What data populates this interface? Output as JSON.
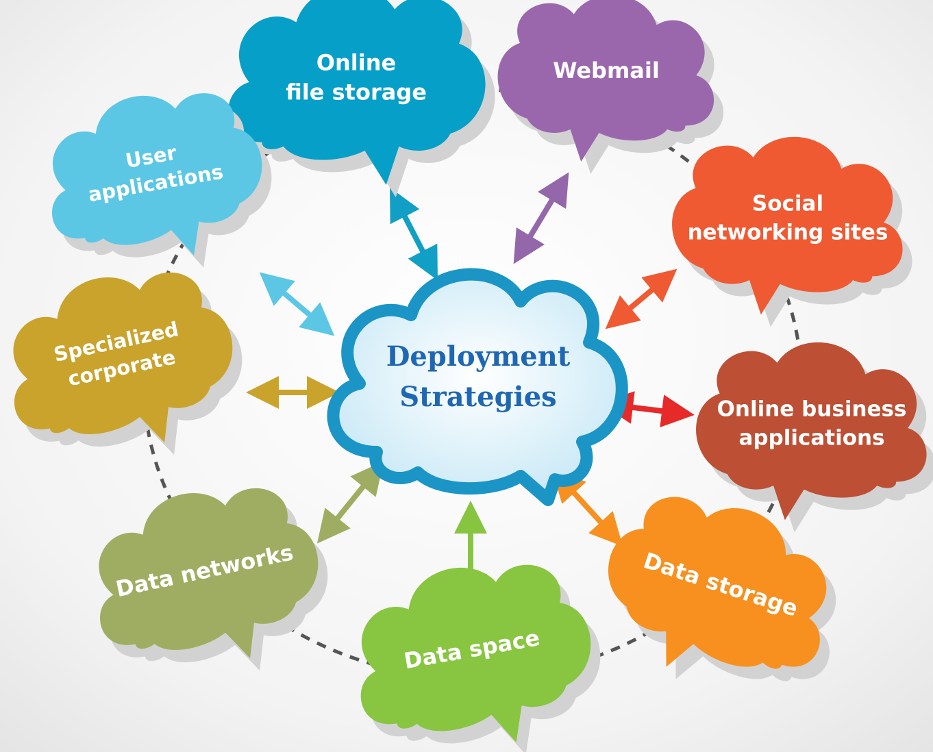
{
  "center": {
    "line1": "Deployment",
    "line2": "Strategies"
  },
  "clouds": [
    {
      "id": "online-file-storage",
      "lines": [
        "Online",
        "file storage"
      ],
      "color": "#069fc8"
    },
    {
      "id": "webmail",
      "lines": [
        "Webmail"
      ],
      "color": "#9a67ad"
    },
    {
      "id": "social-networking-sites",
      "lines": [
        "Social",
        "networking sites"
      ],
      "color": "#ef5a32"
    },
    {
      "id": "online-business-applications",
      "lines": [
        "Online business",
        "applications"
      ],
      "color": "#bd4f34"
    },
    {
      "id": "data-storage",
      "lines": [
        "Data storage"
      ],
      "color": "#f7901e"
    },
    {
      "id": "data-space",
      "lines": [
        "Data space"
      ],
      "color": "#88c540"
    },
    {
      "id": "data-networks",
      "lines": [
        "Data networks"
      ],
      "color": "#9fad63"
    },
    {
      "id": "specialized-corporate",
      "lines": [
        "Specialized",
        "corporate"
      ],
      "color": "#c9a32c"
    },
    {
      "id": "user-applications",
      "lines": [
        "User",
        "applications"
      ],
      "color": "#5bc7e5"
    }
  ],
  "arrow_colors": {
    "online-file-storage": "#119fc6",
    "webmail": "#9467aa",
    "social-networking-sites": "#ef5a32",
    "online-business-applications": "#e62a2a",
    "data-storage": "#f7901e",
    "data-space": "#87c440",
    "data-networks": "#9fad63",
    "specialized-corporate": "#c9a32c",
    "user-applications": "#5bc7e5"
  }
}
